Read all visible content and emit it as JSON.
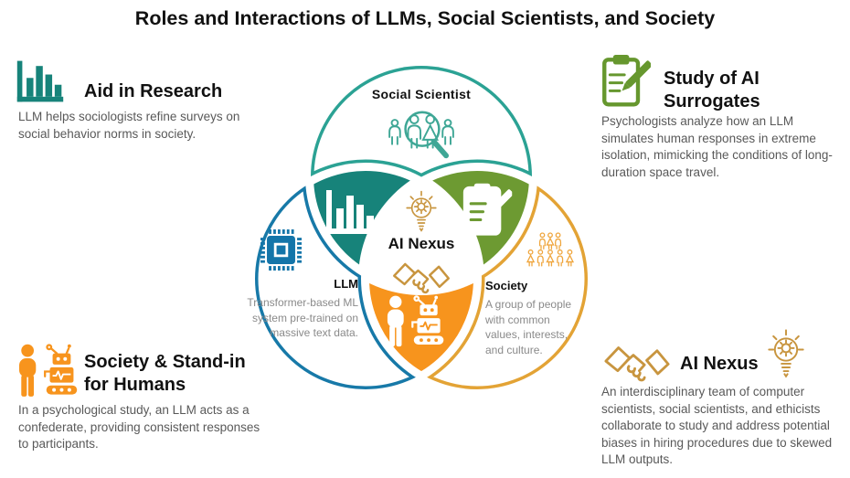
{
  "title": "Roles and Interactions of LLMs, Social Scientists, and Society",
  "colors": {
    "teal_outline": "#2BA294",
    "teal_fill": "#17837A",
    "green_fill": "#6D9A32",
    "green_icon": "#66972E",
    "blue_outline": "#1779A8",
    "chip_blue": "#1475A9",
    "orange_fill": "#F7941D",
    "gold_outline": "#E3A335",
    "gold_icon": "#C8953F",
    "people_orange": "#EFA53C",
    "heading_text": "#111111",
    "body_text": "#595959",
    "venn_desc_text": "#8A8A8A"
  },
  "corners": {
    "top_left": {
      "icon": "bar-chart-icon",
      "heading": "Aid in Research",
      "body": "LLM helps sociologists refine surveys on social behavior norms in society."
    },
    "top_right": {
      "icon": "clipboard-pencil-icon",
      "heading": "Study of AI Surrogates",
      "body": "Psychologists analyze how an LLM simulates human responses in extreme isolation, mimicking the conditions of long-duration space travel."
    },
    "bottom_left": {
      "icon": "person-robot-icon",
      "heading": "Society & Stand-in for Humans",
      "body": "In a psychological study, an LLM acts as a confederate, providing consistent responses to participants."
    },
    "bottom_right": {
      "icon_left": "handshake-icon",
      "icon_right": "lightbulb-gear-icon",
      "heading": "AI Nexus",
      "body": "An interdisciplinary team of computer scientists, social scientists, and ethicists collaborate to study and address potential biases in hiring procedures due to skewed LLM outputs."
    }
  },
  "venn": {
    "top_circle": {
      "label": "Social Scientist",
      "icon": "people-magnifier-icon"
    },
    "left_circle": {
      "label": "LLM",
      "description": "Transformer-based ML system pre-trained on massive text data.",
      "icon": "chip-icon"
    },
    "right_circle": {
      "label": "Society",
      "description": "A group of people with common values, interests, and culture.",
      "icon": "people-group-icon"
    },
    "center": {
      "label": "AI Nexus",
      "icon_top": "lightbulb-gear-icon",
      "icon_bottom": "handshake-icon"
    },
    "intersections": {
      "top_left_petal": {
        "icon": "bar-chart-icon"
      },
      "top_right_petal": {
        "icon": "clipboard-pencil-icon"
      },
      "bottom_petal": {
        "icon": "person-robot-icon"
      }
    }
  }
}
